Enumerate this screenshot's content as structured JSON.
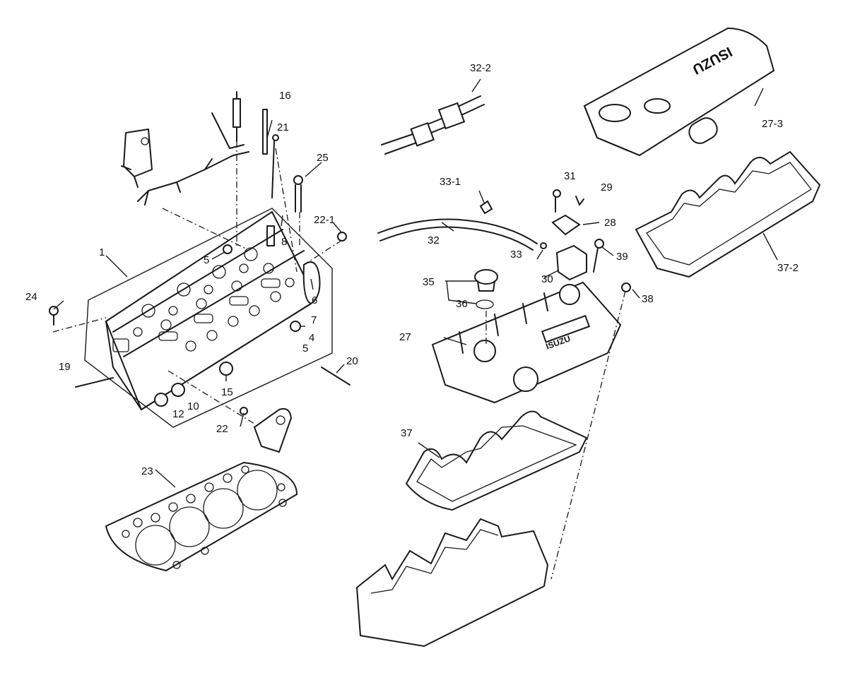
{
  "labels": {
    "l1": "1",
    "l4": "4",
    "l5a": "5",
    "l5b": "5",
    "l6": "6",
    "l7": "7",
    "l8": "8",
    "l10": "10",
    "l12": "12",
    "l15": "15",
    "l16": "16",
    "l19": "19",
    "l20": "20",
    "l21": "21",
    "l22": "22",
    "l22_1": "22-1",
    "l23": "23",
    "l24": "24",
    "l25": "25",
    "l27": "27",
    "l27_3": "27-3",
    "l28": "28",
    "l29": "29",
    "l30": "30",
    "l31": "31",
    "l32": "32",
    "l32_2": "32-2",
    "l33": "33",
    "l33_1": "33-1",
    "l35": "35",
    "l36": "36",
    "l37": "37",
    "l37_2": "37-2",
    "l38": "38",
    "l39": "39"
  },
  "cover_brand": "ISUZU",
  "cover_brand_mirrored": "ISUZU"
}
